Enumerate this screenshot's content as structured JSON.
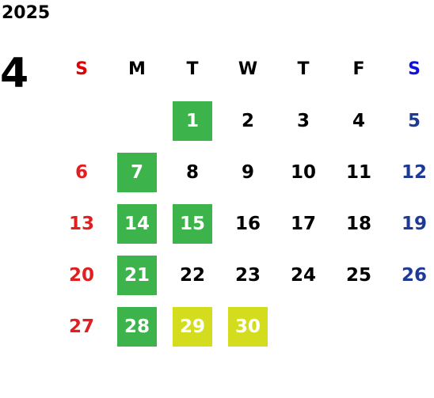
{
  "calendar": {
    "year": "2025",
    "month": "4",
    "weekdays": [
      "S",
      "M",
      "T",
      "W",
      "T",
      "F",
      "S"
    ],
    "first_weekday_index": 2,
    "days_in_month": 30,
    "colors": {
      "sunday": "#e02020",
      "saturday": "#1e3a96",
      "weekday": "#000000",
      "sunday_header": "#e00000",
      "saturday_header": "#1010e0",
      "highlight_green": "#3cb44b",
      "highlight_yellow": "#d4dc1e",
      "highlight_text": "#ffffff"
    },
    "highlight_green_days": [
      1,
      7,
      14,
      15,
      21,
      28
    ],
    "highlight_yellow_days": [
      29,
      30
    ]
  }
}
